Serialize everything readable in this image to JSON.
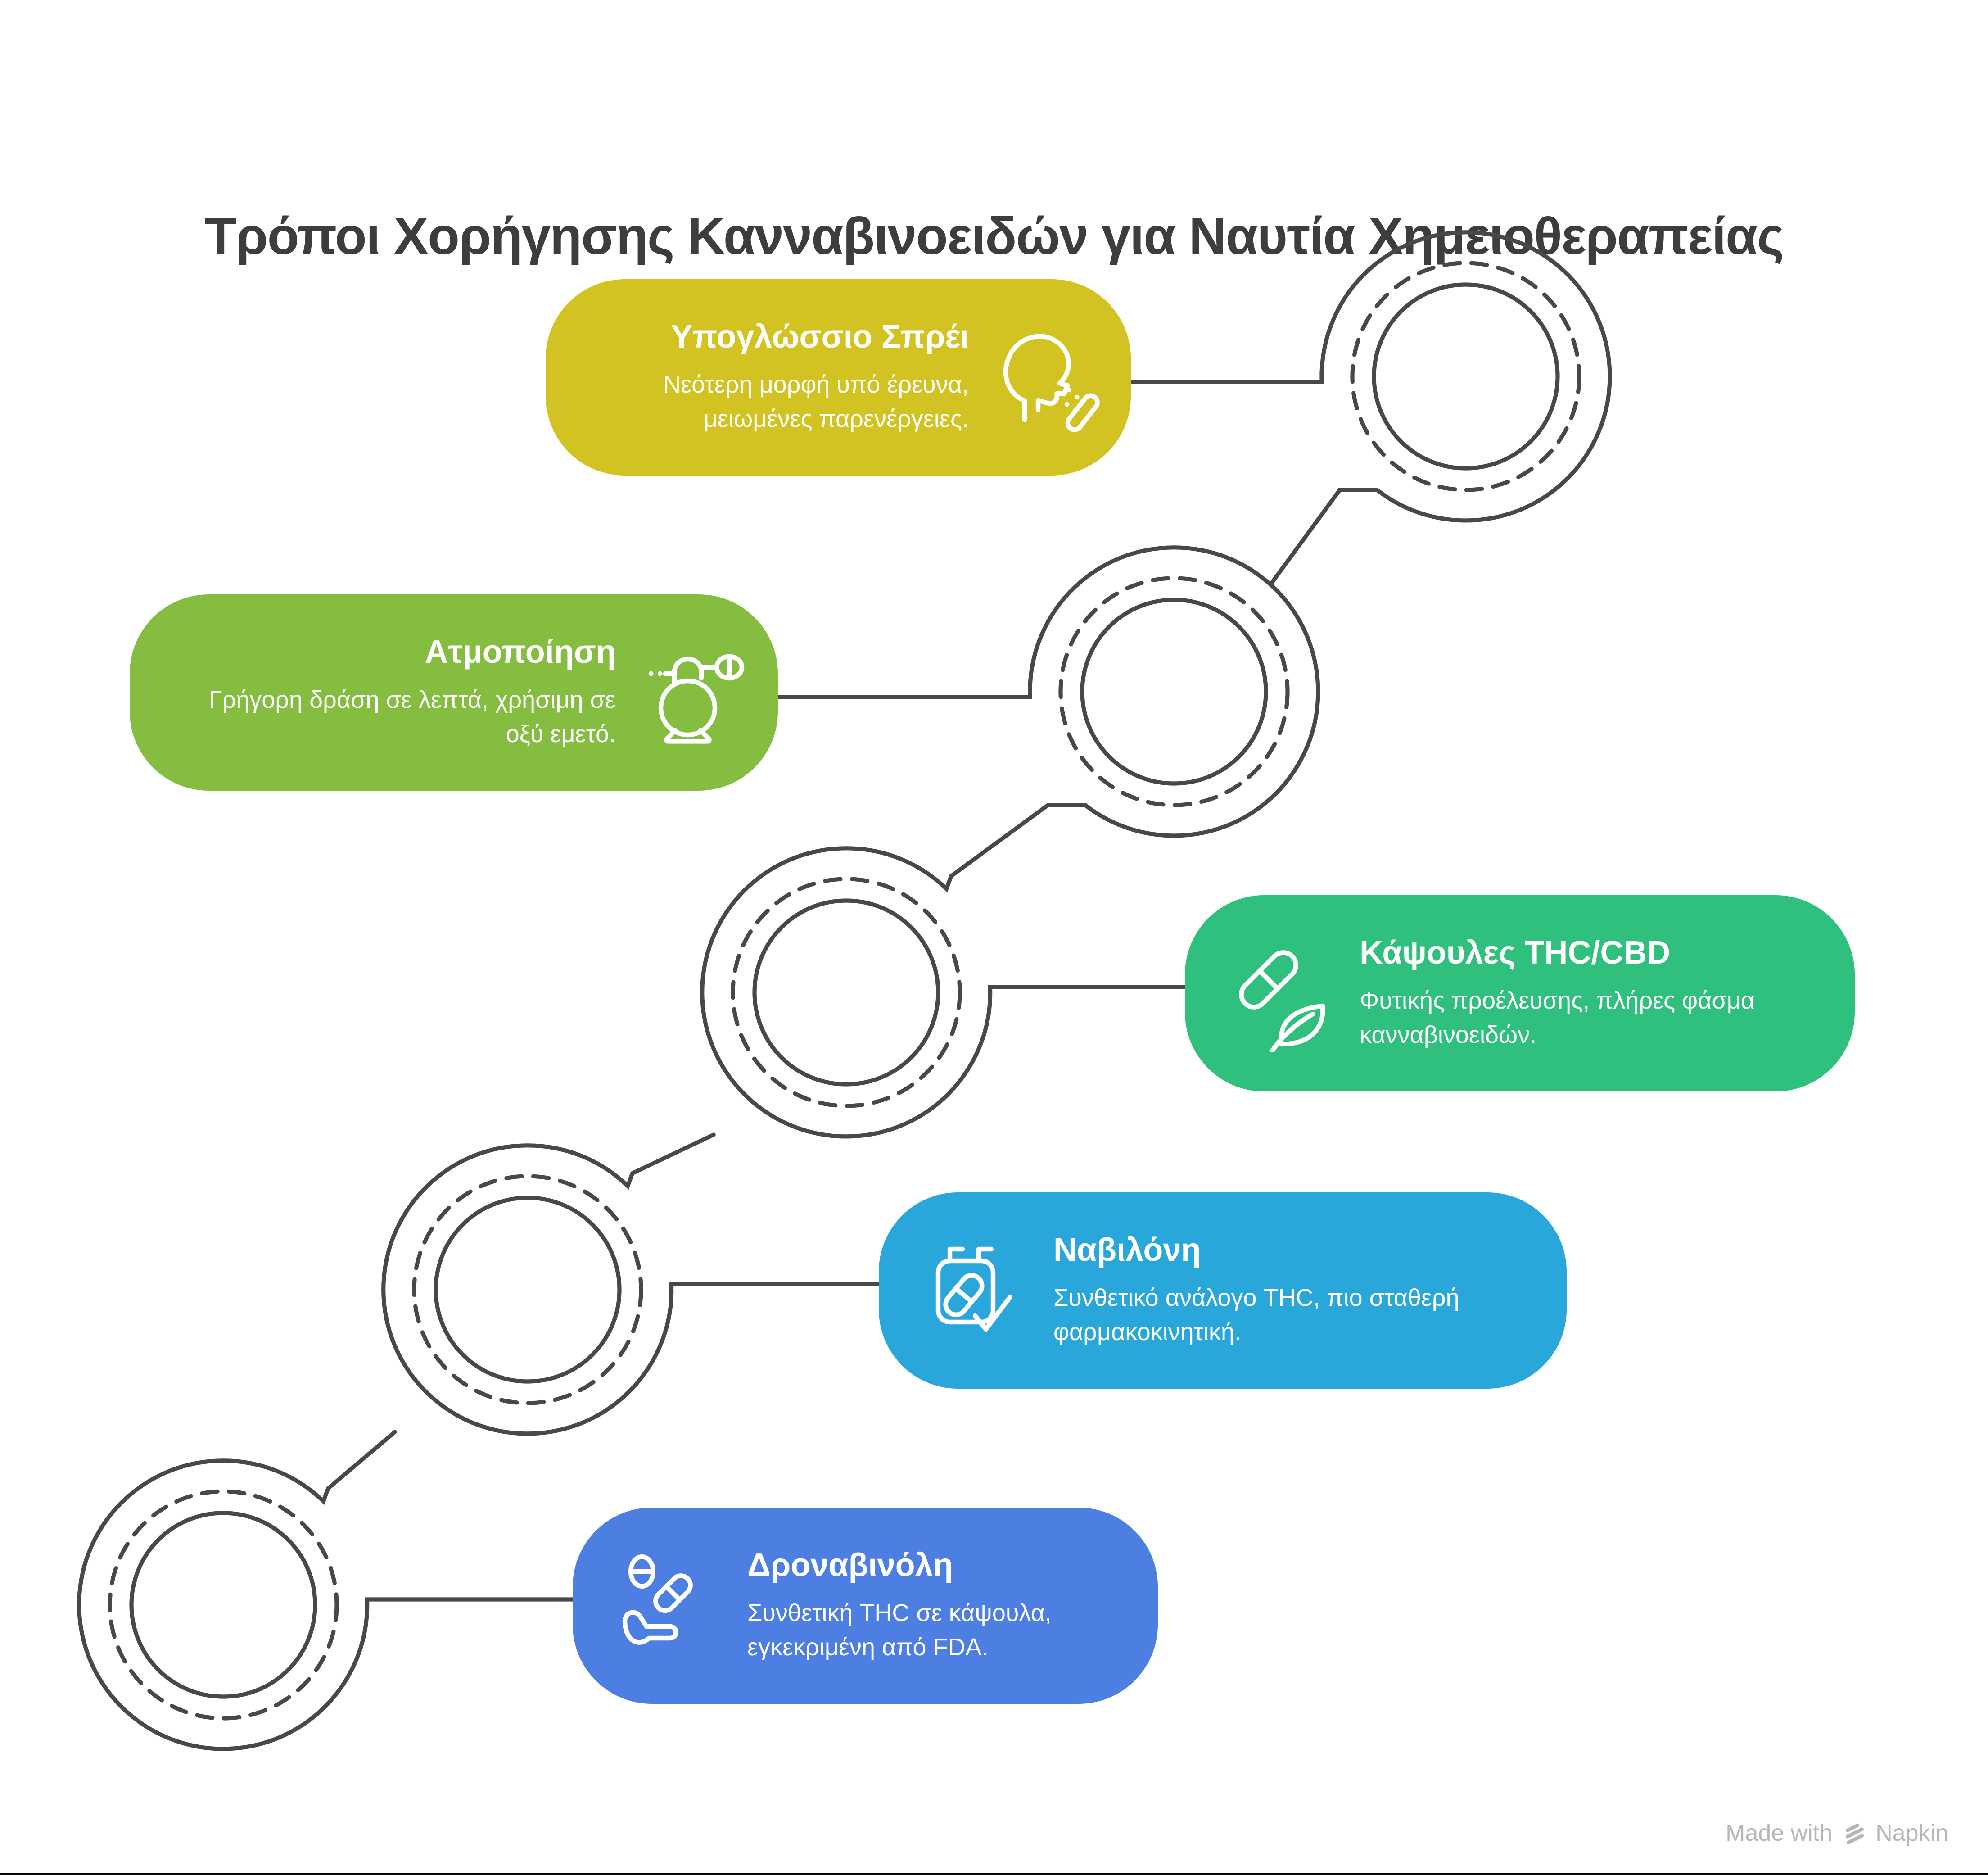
{
  "title": "Τρόποι Χορήγησης Κανναβινοειδών για Ναυτία Χημειοθεραπείας",
  "items": [
    {
      "label": "Υπογλώσσιο Σπρέι",
      "description": "Νεότερη μορφή υπό έρευνα, μειωμένες παρενέργειες.",
      "color": "#d2c222",
      "icon": "sublingual-spray-icon",
      "side": "right"
    },
    {
      "label": "Ατμοποίηση",
      "description": "Γρήγορη δράση σε λεπτά, χρήσιμη σε οξύ εμετό.",
      "color": "#85bd40",
      "icon": "vaporizer-icon",
      "side": "right"
    },
    {
      "label": "Κάψουλες THC/CBD",
      "description": "Φυτικής προέλευσης, πλήρες φάσμα κανναβινοειδών.",
      "color": "#30c07d",
      "icon": "capsule-leaf-icon",
      "side": "left"
    },
    {
      "label": "Ναβιλόνη",
      "description": "Συνθετικό ανάλογο THC, πιο σταθερή φαρμακοκινητική.",
      "color": "#29a7da",
      "icon": "clipboard-pill-check-icon",
      "side": "left"
    },
    {
      "label": "Δροναβινόλη",
      "description": "Συνθετική THC σε κάψουλα, εγκεκριμένη από FDA.",
      "color": "#4d7ee2",
      "icon": "hand-pills-icon",
      "side": "left"
    }
  ],
  "colors": {
    "stroke": "#484848",
    "title_text": "#3d3d3d",
    "card_text": "#ffffff",
    "footer_text": "#b6b6b6"
  },
  "footer": {
    "made_with": "Made with",
    "brand": "Napkin"
  }
}
